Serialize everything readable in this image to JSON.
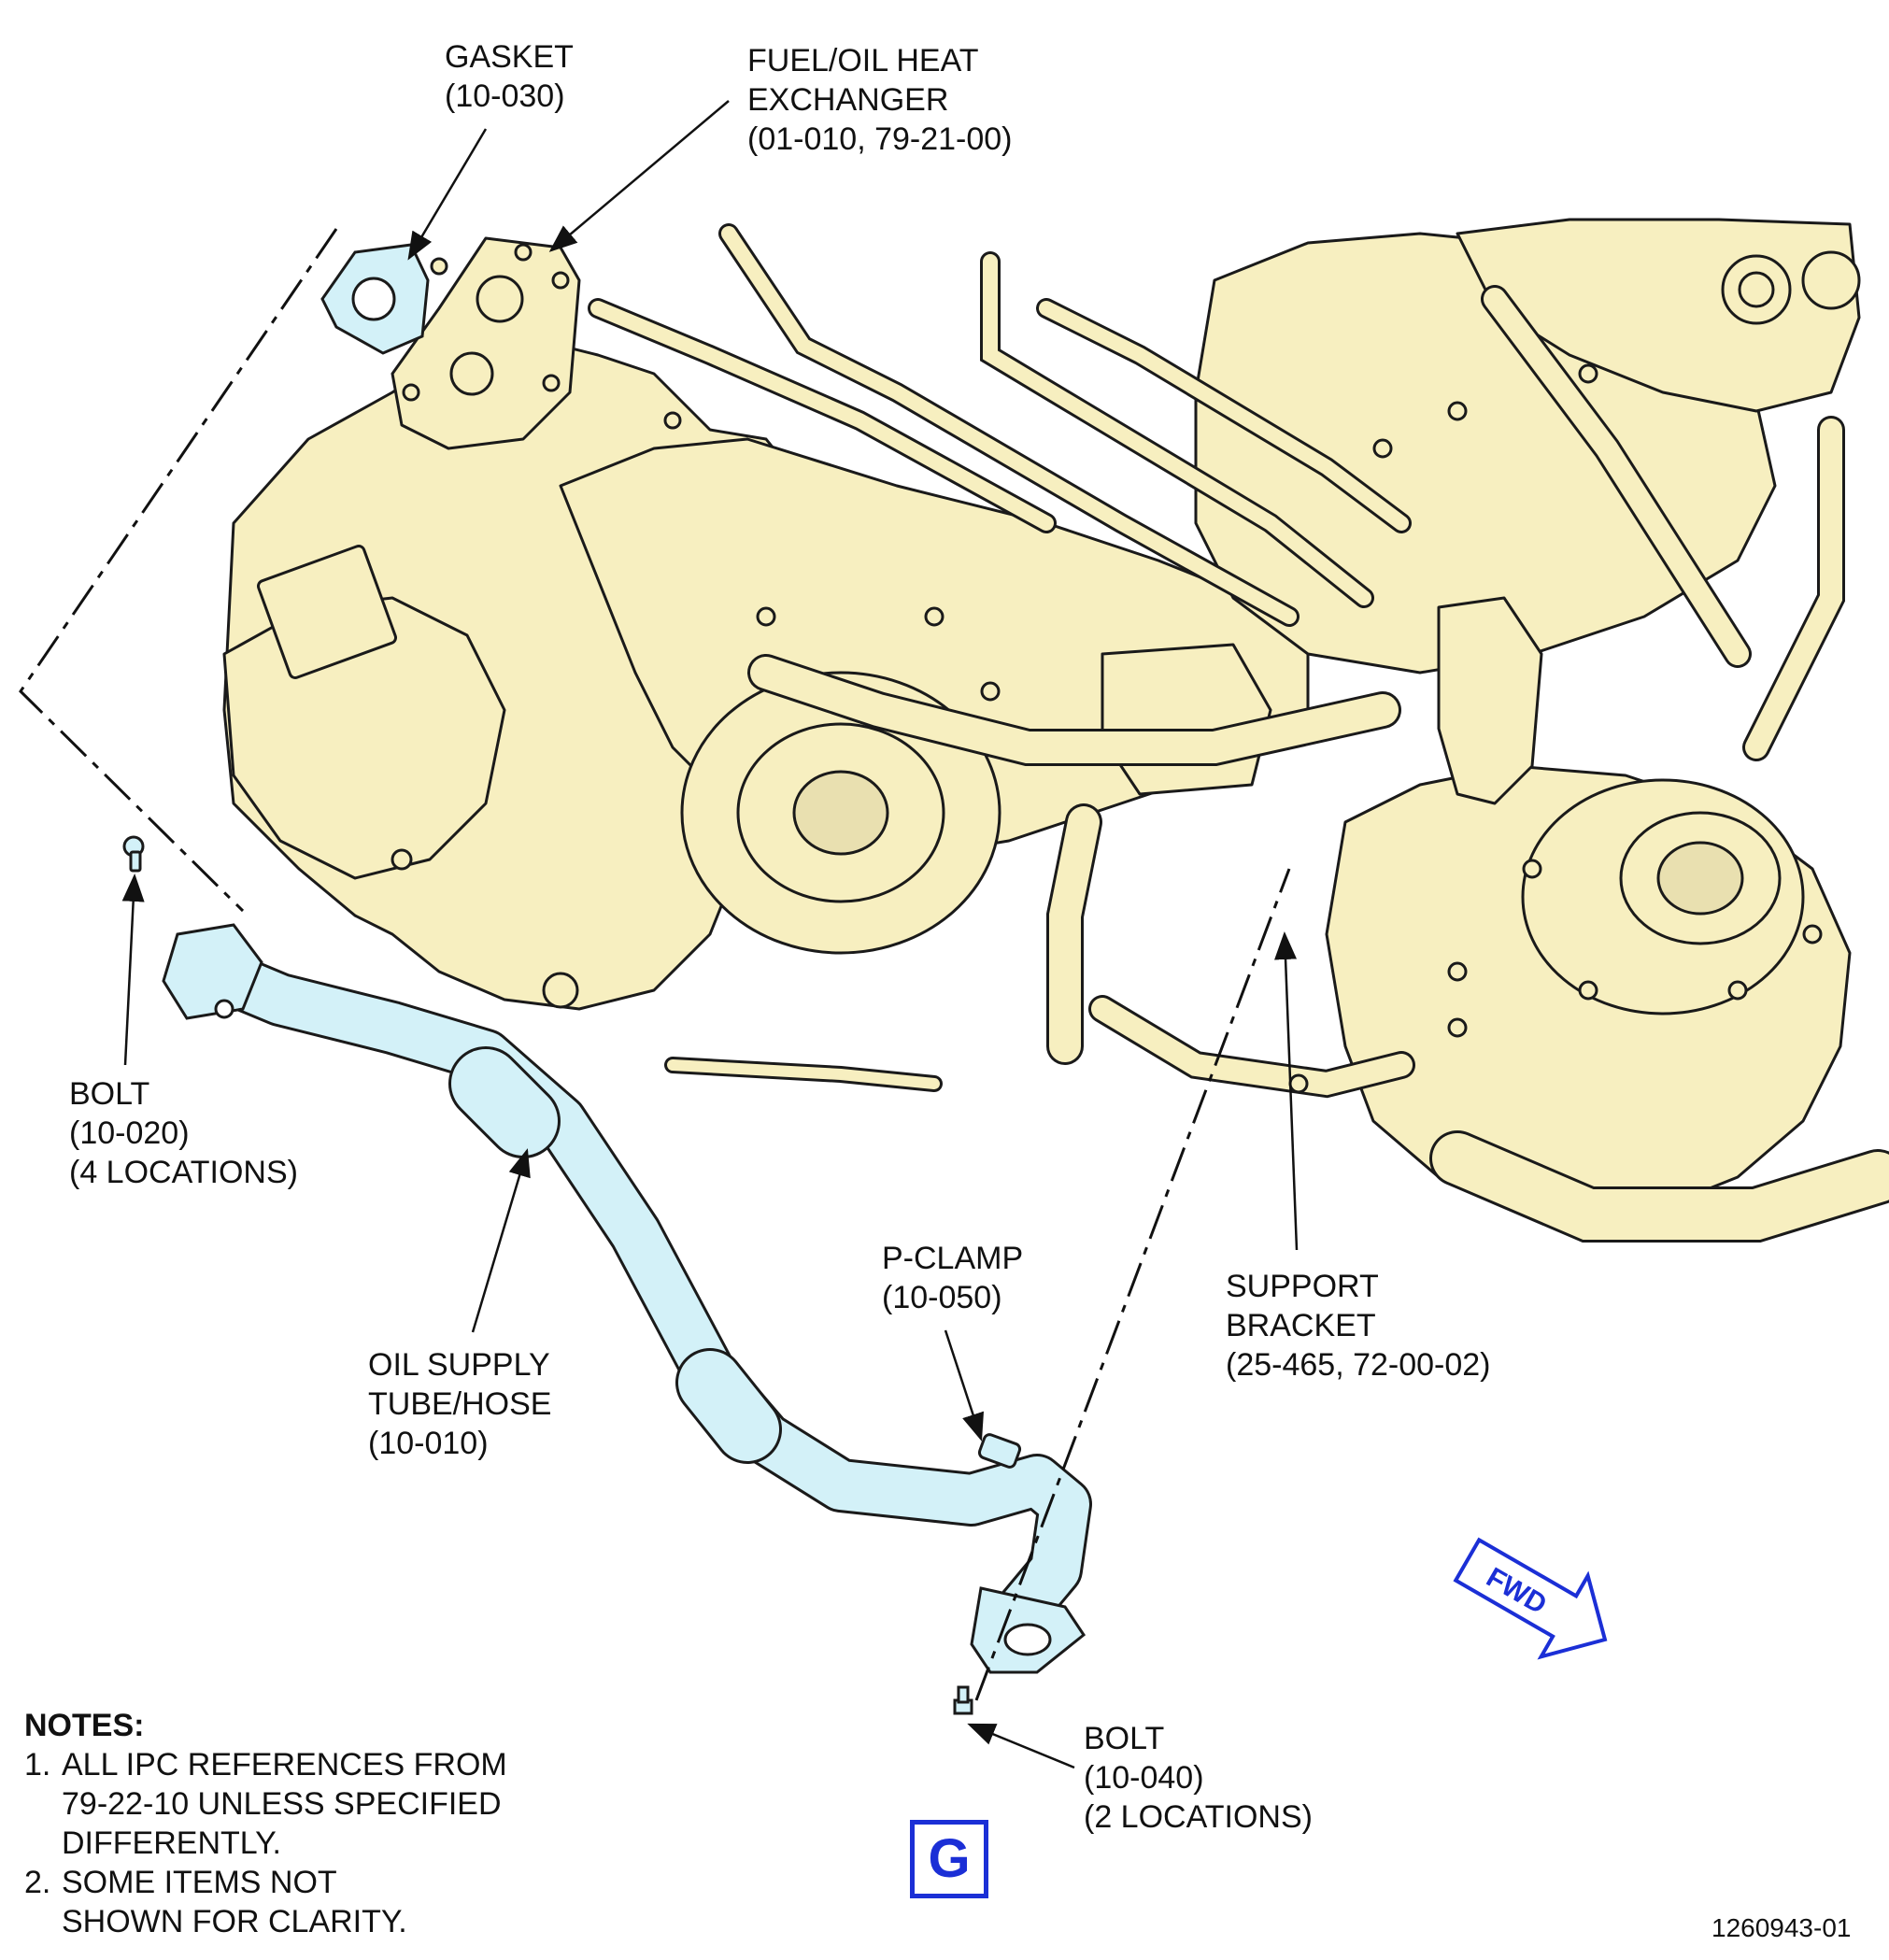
{
  "colors": {
    "engine_fill": "#f7efc0",
    "engine_line": "#1a1a1a",
    "tube_fill": "#d3f1f8",
    "accent_blue": "#1b2fd6",
    "leader": "#111111"
  },
  "callouts": {
    "gasket": [
      "GASKET",
      "(10-030)"
    ],
    "heat_exchanger": [
      "FUEL/OIL HEAT",
      "EXCHANGER",
      "(01-010, 79-21-00)"
    ],
    "bolt_left": [
      "BOLT",
      "(10-020)",
      "(4 LOCATIONS)"
    ],
    "oil_supply": [
      "OIL SUPPLY",
      "TUBE/HOSE",
      "(10-010)"
    ],
    "p_clamp": [
      "P-CLAMP",
      "(10-050)"
    ],
    "support_bracket": [
      "SUPPORT",
      "BRACKET",
      "(25-465, 72-00-02)"
    ],
    "bolt_bottom": [
      "BOLT",
      "(10-040)",
      "(2 LOCATIONS)"
    ]
  },
  "fwd_label": "FWD",
  "view_label": "G",
  "notes": {
    "header": "NOTES:",
    "items": [
      {
        "num": "1.",
        "lines": [
          "ALL IPC REFERENCES FROM",
          "79-22-10 UNLESS SPECIFIED",
          "DIFFERENTLY."
        ]
      },
      {
        "num": "2.",
        "lines": [
          "SOME ITEMS NOT",
          "SHOWN FOR CLARITY."
        ]
      }
    ]
  },
  "figure_id": "1260943-01"
}
